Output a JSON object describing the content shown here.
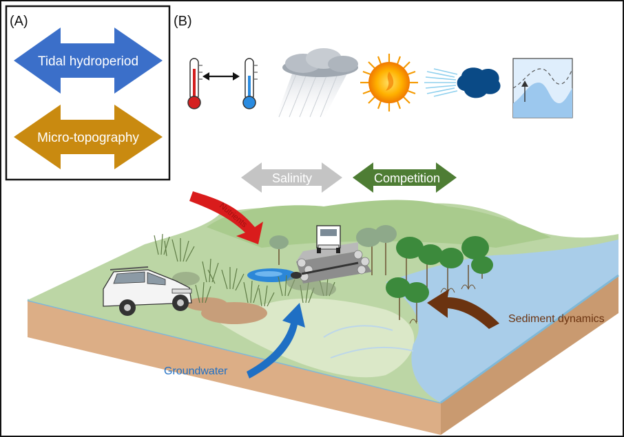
{
  "panel_a": {
    "label": "(A)",
    "arrows": [
      {
        "label": "Tidal hydroperiod",
        "color": "#3b6fc9"
      },
      {
        "label": "Micro-topography",
        "color": "#c98a10"
      }
    ]
  },
  "panel_b": {
    "label": "(B)",
    "climate_icons": [
      "thermometer-red-icon",
      "double-arrow-icon",
      "thermometer-blue-icon",
      "rain-cloud-icon",
      "sun-icon",
      "wind-icon",
      "sea-level-rise-icon"
    ],
    "arrows": [
      {
        "label": "Salinity",
        "color": "#c4c4c4"
      },
      {
        "label": "Competition",
        "color": "#4e7d34"
      }
    ],
    "drivers": {
      "nutrients": {
        "label": "Nutrients",
        "color": "#d91c1c"
      },
      "groundwater": {
        "label": "Groundwater",
        "color": "#1f6fc4"
      },
      "sediment": {
        "label": "Sediment dynamics",
        "color": "#6b3310"
      }
    },
    "scene_elements": [
      "landscape",
      "vehicle-icon",
      "truck-icon",
      "culvert",
      "marsh-grass",
      "mangrove-trees",
      "water"
    ]
  }
}
